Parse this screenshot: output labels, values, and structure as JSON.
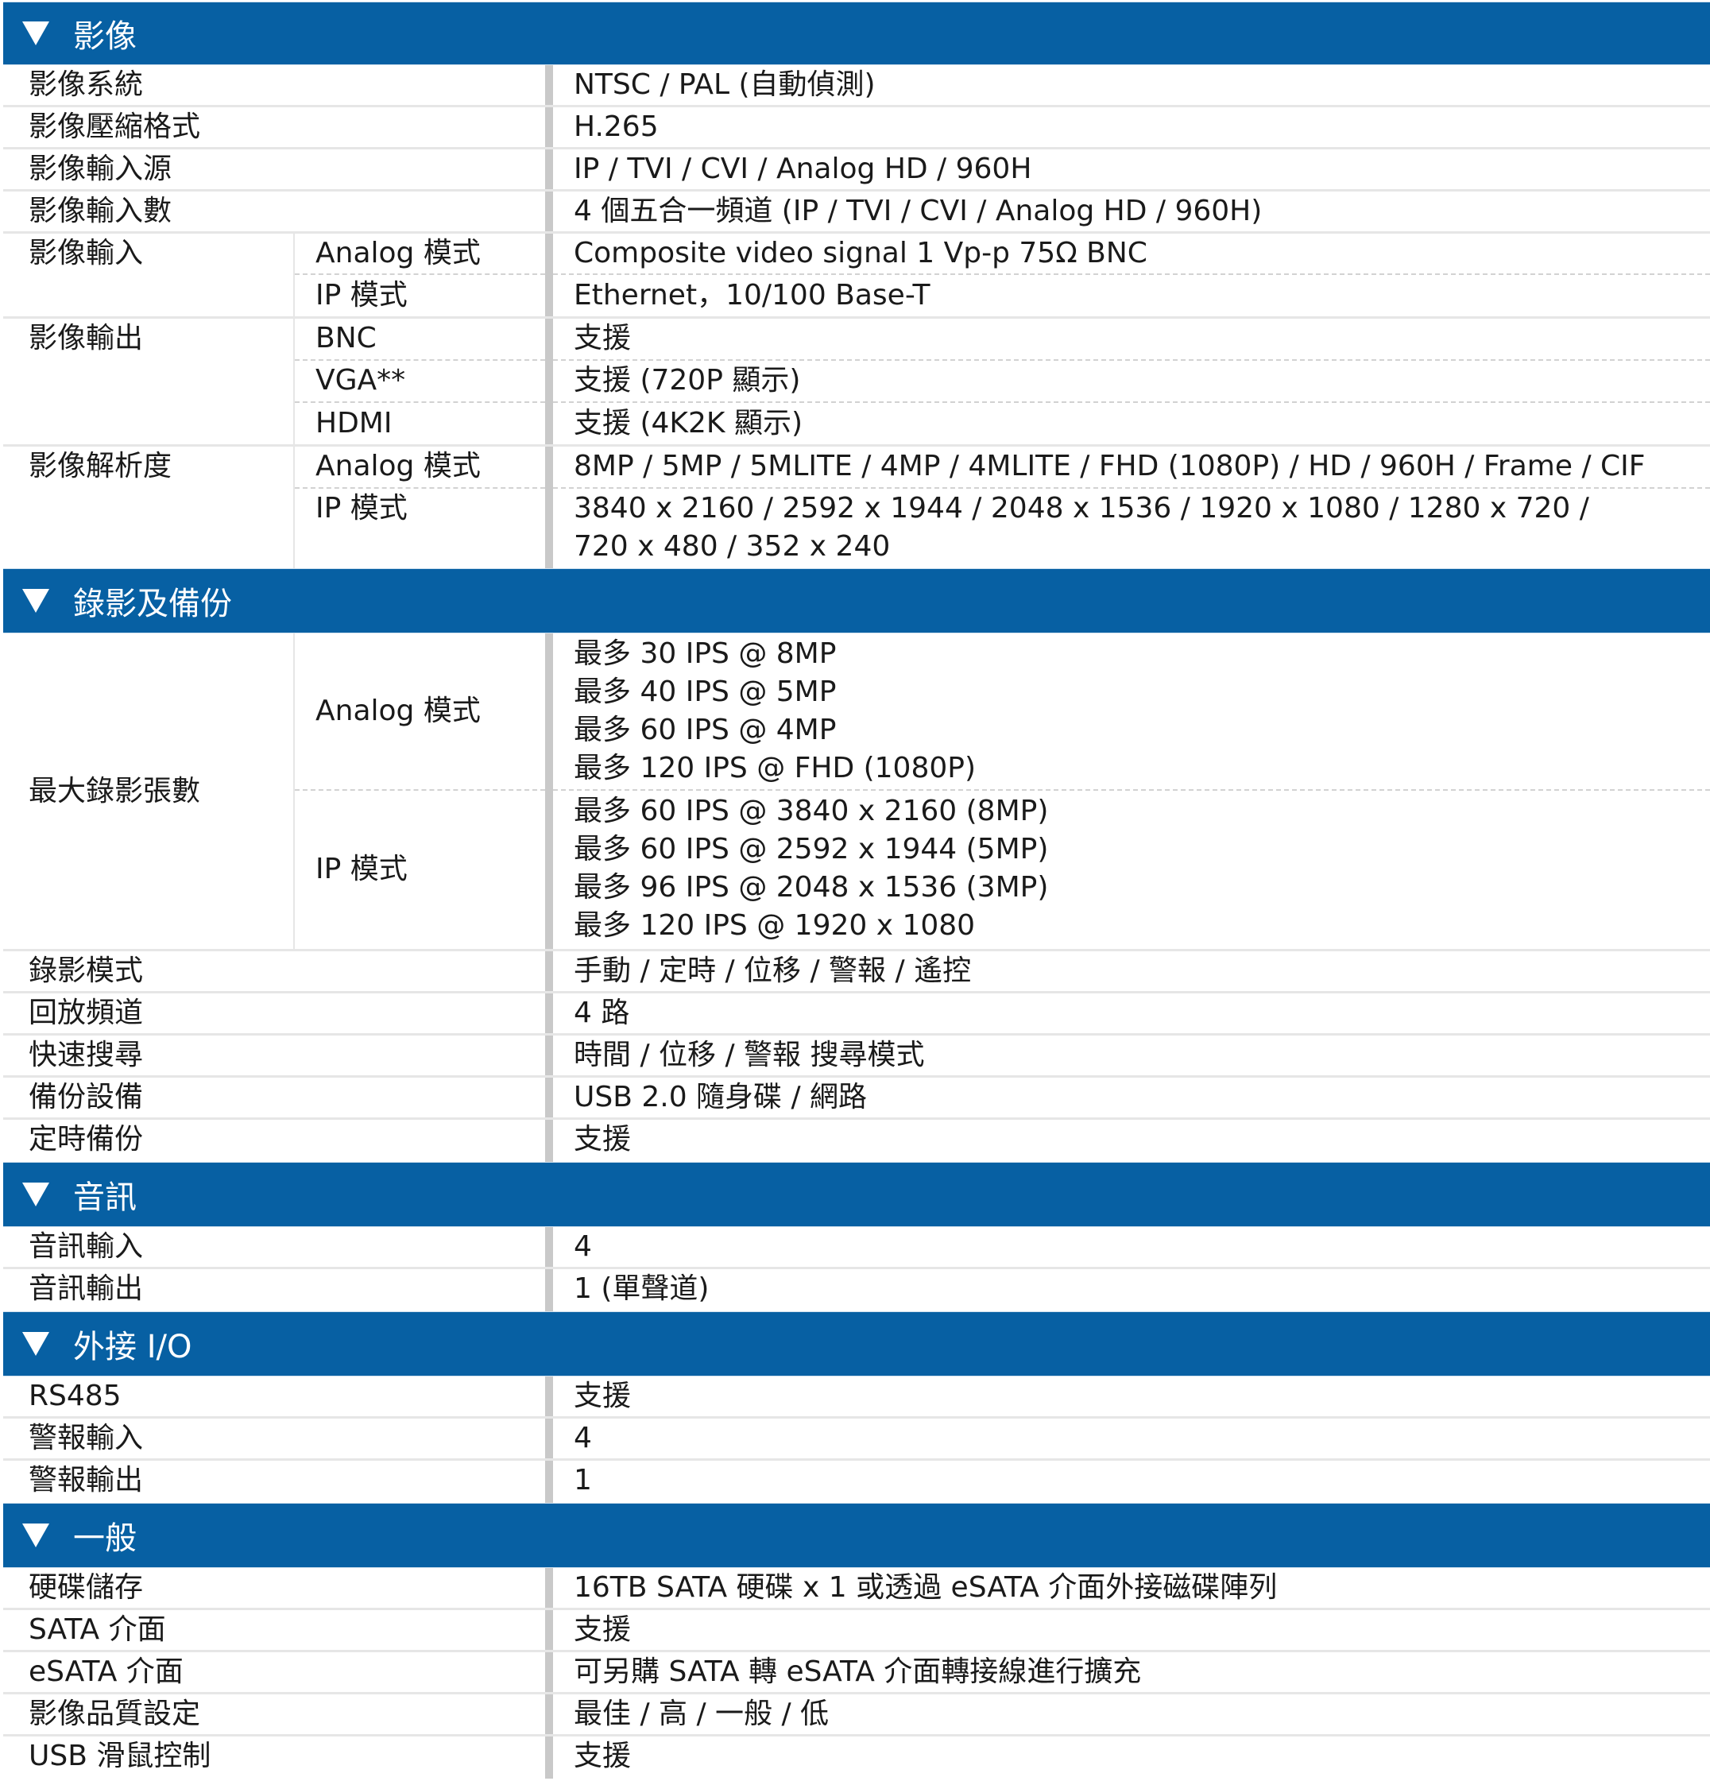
{
  "sections": [
    {
      "title": "影像"
    },
    {
      "title": "錄影及備份"
    },
    {
      "title": "音訊"
    },
    {
      "title": "外接 I/O"
    },
    {
      "title": "一般"
    }
  ],
  "video": {
    "system": {
      "label": "影像系統",
      "value": "NTSC / PAL (自動偵測)"
    },
    "compression": {
      "label": "影像壓縮格式",
      "value": "H.265"
    },
    "input_source": {
      "label": "影像輸入源",
      "value": "IP / TVI / CVI / Analog HD / 960H"
    },
    "input_count": {
      "label": "影像輸入數",
      "value": "4 個五合一頻道 (IP / TVI / CVI / Analog HD / 960H)"
    },
    "input": {
      "label": "影像輸入",
      "analog_label": "Analog 模式",
      "analog_value": "Composite video signal 1 Vp-p 75Ω BNC",
      "ip_label": "IP  模式",
      "ip_value": "Ethernet，10/100 Base-T"
    },
    "output": {
      "label": "影像輸出",
      "bnc_label": "BNC",
      "bnc_value": "支援",
      "vga_label": "VGA**",
      "vga_value": "支援 (720P 顯示)",
      "hdmi_label": "HDMI",
      "hdmi_value": "支援 (4K2K 顯示)"
    },
    "resolution": {
      "label": "影像解析度",
      "analog_label": "Analog 模式",
      "analog_value": "8MP / 5MP / 5MLITE / 4MP / 4MLITE / FHD (1080P) / HD / 960H / Frame / CIF",
      "ip_label": "IP  模式",
      "ip_value_1": "3840 x 2160 / 2592 x 1944 / 2048 x 1536 / 1920 x 1080 / 1280 x 720 /",
      "ip_value_2": "720 x 480 / 352 x 240"
    }
  },
  "recording": {
    "max_rate": {
      "label": "最大錄影張數",
      "analog_label": "Analog 模式",
      "analog_lines": [
        "最多 30 IPS @ 8MP",
        "最多 40 IPS @ 5MP",
        "最多 60 IPS @ 4MP",
        "最多 120 IPS @ FHD (1080P)"
      ],
      "ip_label": "IP  模式",
      "ip_lines": [
        "最多 60 IPS @ 3840 x 2160 (8MP)",
        "最多 60 IPS @ 2592 x 1944 (5MP)",
        "最多 96 IPS @ 2048 x 1536 (3MP)",
        "最多 120 IPS @ 1920 x 1080"
      ]
    },
    "mode": {
      "label": "錄影模式",
      "value": "手動 / 定時 / 位移 / 警報 / 遙控"
    },
    "playback": {
      "label": "回放頻道",
      "value": "4 路"
    },
    "search": {
      "label": "快速搜尋",
      "value": "時間 / 位移 / 警報  搜尋模式"
    },
    "backup_device": {
      "label": "備份設備",
      "value": "USB 2.0 隨身碟 / 網路"
    },
    "scheduled_backup": {
      "label": "定時備份",
      "value": "支援"
    }
  },
  "audio": {
    "input": {
      "label": "音訊輸入",
      "value": "4"
    },
    "output": {
      "label": "音訊輸出",
      "value": "1 (單聲道)"
    }
  },
  "io": {
    "rs485": {
      "label": "RS485",
      "value": "支援"
    },
    "alarm_in": {
      "label": "警報輸入",
      "value": "4"
    },
    "alarm_out": {
      "label": "警報輸出",
      "value": "1"
    }
  },
  "general": {
    "hdd": {
      "label": "硬碟儲存",
      "value": "16TB SATA 硬碟  x 1 或透過 eSATA 介面外接磁碟陣列"
    },
    "sata": {
      "label": "SATA  介面",
      "value": "支援"
    },
    "esata": {
      "label": "eSATA  介面",
      "value": "可另購 SATA 轉 eSATA 介面轉接線進行擴充"
    },
    "quality": {
      "label": "影像品質設定",
      "value": "最佳 / 高 / 一般 / 低"
    },
    "usb_mouse": {
      "label": "USB 滑鼠控制",
      "value": "支援"
    }
  },
  "colors": {
    "header_bg": "#0760a3",
    "header_text": "#ffffff",
    "separator": "#c9c9c9"
  }
}
